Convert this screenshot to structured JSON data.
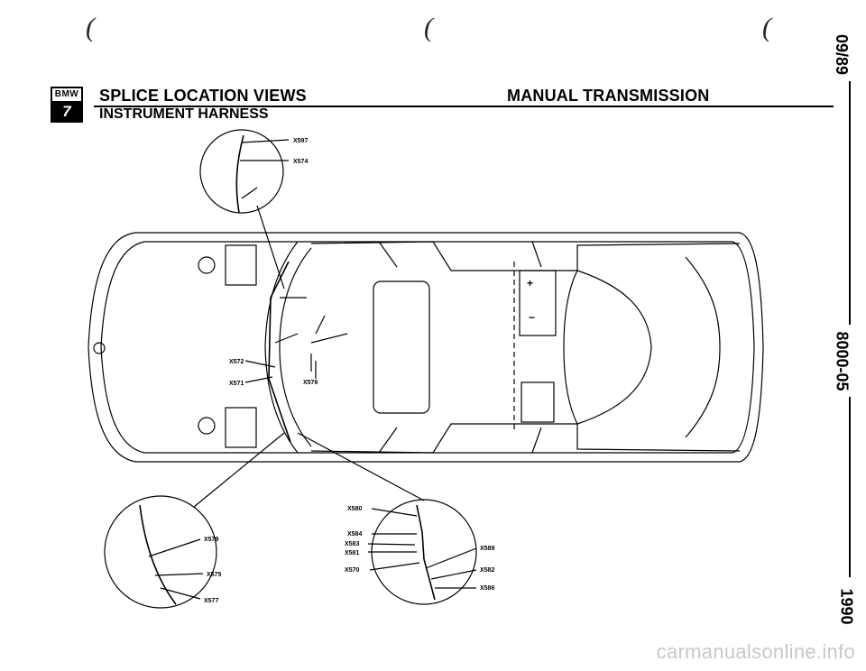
{
  "header": {
    "logo_brand": "BMW",
    "logo_series": "7",
    "title": "SPLICE LOCATION VIEWS",
    "subtitle": "INSTRUMENT HARNESS",
    "section_title": "MANUAL TRANSMISSION"
  },
  "side_strip": {
    "date": "09/89",
    "doc_number": "8000-05",
    "year": "1990"
  },
  "splices": {
    "x597": "X597",
    "x574": "X574",
    "x572": "X572",
    "x571": "X571",
    "x576": "X576",
    "x579": "X579",
    "x575": "X575",
    "x577": "X577",
    "x580": "X580",
    "x584": "X584",
    "x583": "X583",
    "x581": "X581",
    "x570": "X570",
    "x589": "X589",
    "x582": "X582",
    "x586": "X586"
  },
  "watermark": "carmanualsonline.info"
}
